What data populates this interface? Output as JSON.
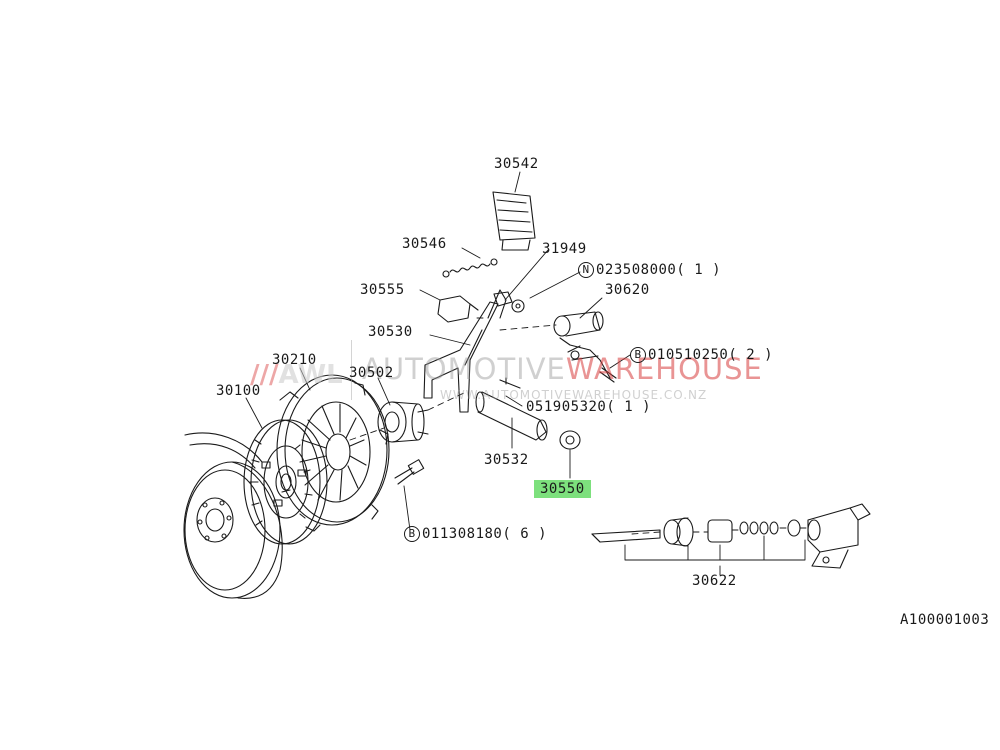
{
  "diagram": {
    "figure_code": "A100001003",
    "highlight_color": "#7de07d",
    "parts": [
      {
        "number": "30542"
      },
      {
        "number": "30546"
      },
      {
        "number": "31949"
      },
      {
        "number": "30555"
      },
      {
        "number": "30620"
      },
      {
        "number": "30530"
      },
      {
        "number": "30210"
      },
      {
        "number": "30100"
      },
      {
        "number": "30502"
      },
      {
        "number": "30532"
      },
      {
        "number": "30550",
        "highlighted": true
      },
      {
        "number": "30622"
      }
    ],
    "fasteners": [
      {
        "prefix": "N",
        "number": "023508000",
        "qty": "( 1 )"
      },
      {
        "prefix": "B",
        "number": "010510250",
        "qty": "( 2 )"
      },
      {
        "number": "051905320",
        "qty": "( 1 )"
      },
      {
        "prefix": "B",
        "number": "011308180",
        "qty": "( 6 )"
      }
    ]
  },
  "watermark": {
    "slashes": "///",
    "short": "AWL",
    "brand_part1": "AUTOMOTIVE",
    "brand_part2": "WAREHOUSE",
    "url": "WWW.AUTOMOTIVEWAREHOUSE.CO.NZ"
  }
}
